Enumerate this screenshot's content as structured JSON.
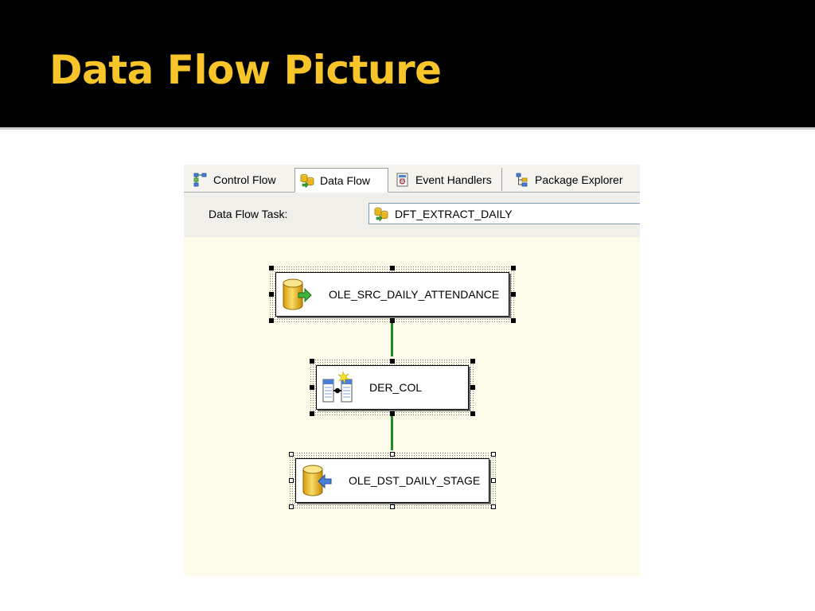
{
  "slide": {
    "title": "Data Flow Picture",
    "title_color": "#f7c52a"
  },
  "designer": {
    "tabs": [
      {
        "label": "Control Flow",
        "icon": "control-flow-icon",
        "selected": false
      },
      {
        "label": "Data Flow",
        "icon": "data-flow-icon",
        "selected": true
      },
      {
        "label": "Event Handlers",
        "icon": "event-handlers-icon",
        "selected": false
      },
      {
        "label": "Package Explorer",
        "icon": "package-explorer-icon",
        "selected": false
      }
    ],
    "task_bar": {
      "label": "Data Flow Task:",
      "selected_task": "DFT_EXTRACT_DAILY",
      "icon": "data-flow-task-icon"
    },
    "components": [
      {
        "label": "OLE_SRC_DAILY_ATTENDANCE",
        "icon": "ole-db-source-icon"
      },
      {
        "label": "DER_COL",
        "icon": "derived-column-icon"
      },
      {
        "label": "OLE_DST_DAILY_STAGE",
        "icon": "ole-db-destination-icon"
      }
    ],
    "path_color": "#1f8a1f",
    "canvas_color": "#fdfbe9"
  }
}
